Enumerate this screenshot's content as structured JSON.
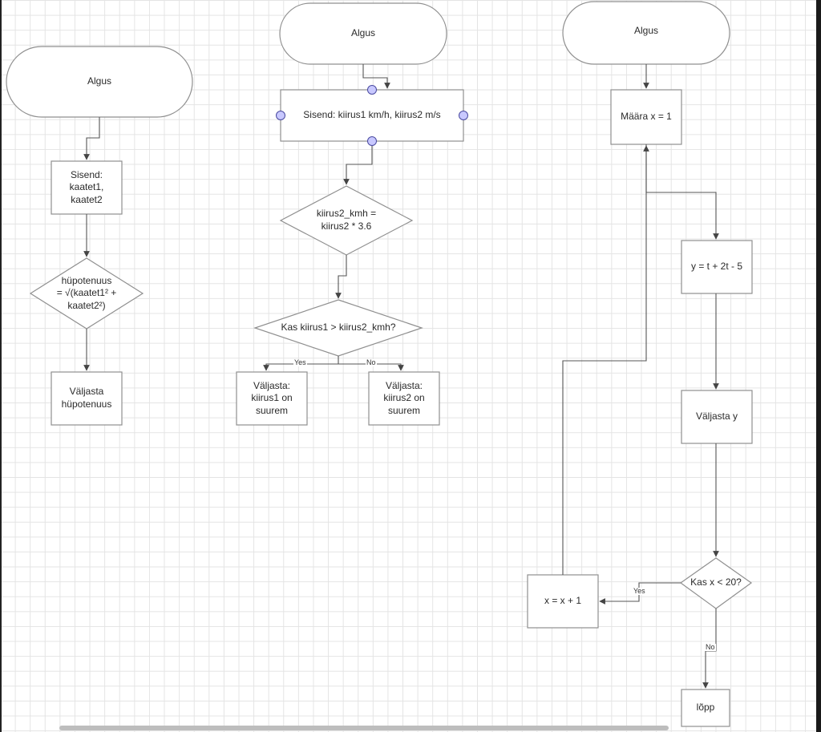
{
  "flowcharts": [
    {
      "start": "Algus",
      "input": "Sisend:\nkaatet1,\nkaatet2",
      "compute": "hüpotenuus\n= √(kaatet1² +\nkaatet2²)",
      "output": "Väljasta\nhüpotenuus"
    },
    {
      "start": "Algus",
      "input": "Sisend: kiirus1 km/h, kiirus2 m/s",
      "convert": "kiirus2_kmh =\nkiirus2 * 3.6",
      "decision": "Kas kiirus1 > kiirus2_kmh?",
      "yes_label": "Yes",
      "no_label": "No",
      "output_yes": "Väljasta:\nkiirus1 on\nsuurem",
      "output_no": "Väljasta:\nkiirus2 on\nsuurem"
    },
    {
      "start": "Algus",
      "init": "Määra x = 1",
      "compute": "y = t + 2t - 5",
      "output": "Väljasta y",
      "decision": "Kas x < 20?",
      "yes_label": "Yes",
      "no_label": "No",
      "increment": "x = x + 1",
      "end": "lõpp"
    }
  ]
}
